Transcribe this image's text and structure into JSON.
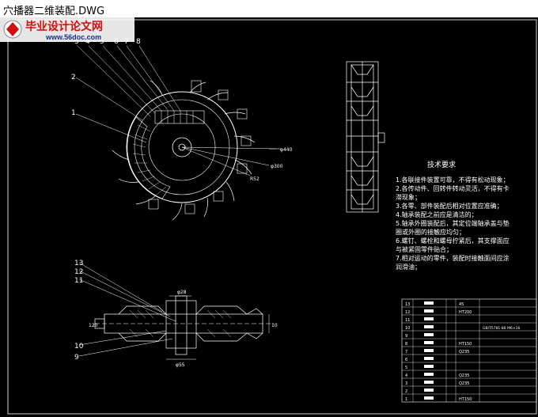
{
  "window": {
    "title": "穴播器二维装配.DWG"
  },
  "front_view": {
    "part_numbers": [
      "3",
      "4",
      "5",
      "6",
      "7",
      "8",
      "2",
      "1"
    ],
    "dimensions": [
      "φ440",
      "φ300",
      "R52"
    ]
  },
  "section_view": {
    "part_numbers": [
      "13",
      "12",
      "11",
      "10",
      "9"
    ],
    "dimensions": [
      "φ55",
      "10",
      "φ28",
      "120"
    ]
  },
  "technical_requirements": {
    "heading": "技术要求",
    "lines": [
      "1.各联接件装置可靠，不得有松动现象；",
      "2.各传动件、回转件转动灵活，不得有卡",
      "滞现象；",
      "3.各零、部件装配后相对位置应准确；",
      "4.轴承装配之前应是清洁的；",
      "5.轴承外圈装配后，其定位端轴承盖与垫",
      "圈或外圈的接触应均匀；",
      "6.螺钉、螺栓和螺母拧紧后，其支撑面应",
      "与被紧固零件贴合；",
      "7.相对运动的零件，装配时接触面间应涂",
      "润滑油；"
    ]
  },
  "bom": {
    "row_numbers": [
      "13",
      "12",
      "11",
      "10",
      "9",
      "8",
      "7",
      "6",
      "5",
      "4",
      "3",
      "2",
      "1"
    ],
    "row_codes": [
      "45",
      "HT200",
      "",
      "",
      "",
      "HT150",
      "Q235",
      "",
      "",
      "Q235",
      "Q235",
      "",
      "HT150"
    ],
    "standard_note": "GB/T5781-86 M6×16"
  },
  "watermark": {
    "text": "毕业设计论文网",
    "url": "www.56doc.com"
  },
  "colors": {
    "background": "#000000",
    "lines": "#ffffff",
    "watermark_red": "#d01010",
    "watermark_blue": "#1a2f8a"
  }
}
